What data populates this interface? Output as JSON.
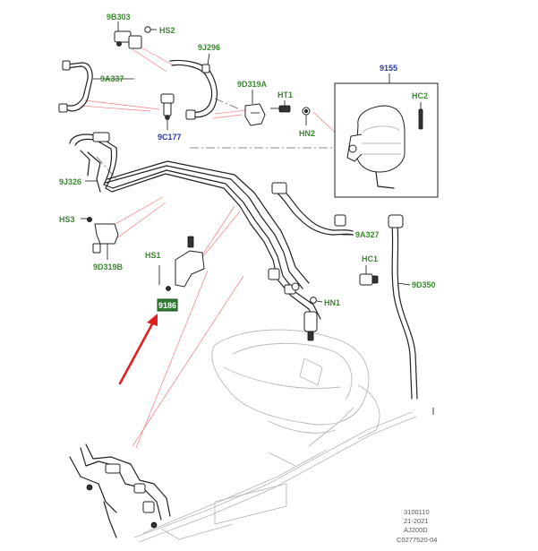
{
  "callouts": {
    "9B303": "9B303",
    "HS2": "HS2",
    "9J296": "9J296",
    "9A337": "9A337",
    "9D319A": "9D319A",
    "HT1": "HT1",
    "HN2": "HN2",
    "9C177": "9C177",
    "9155": "9155",
    "HC2": "HC2",
    "9J326": "9J326",
    "HS3": "HS3",
    "9A327": "9A327",
    "HS1": "HS1",
    "HC1": "HC1",
    "9D319B": "9D319B",
    "9D350": "9D350",
    "HN1": "HN1",
    "highlighted": "9186"
  },
  "footer": {
    "line1": "3100110",
    "line2": "21-2021",
    "line3": "AJ200D",
    "line4": "C0277520-04"
  },
  "colors": {
    "label_green": "#3a8a2e",
    "label_blue": "#2a3aa8",
    "highlight_fill": "#2e7d32",
    "arrow_red": "#e02020"
  }
}
